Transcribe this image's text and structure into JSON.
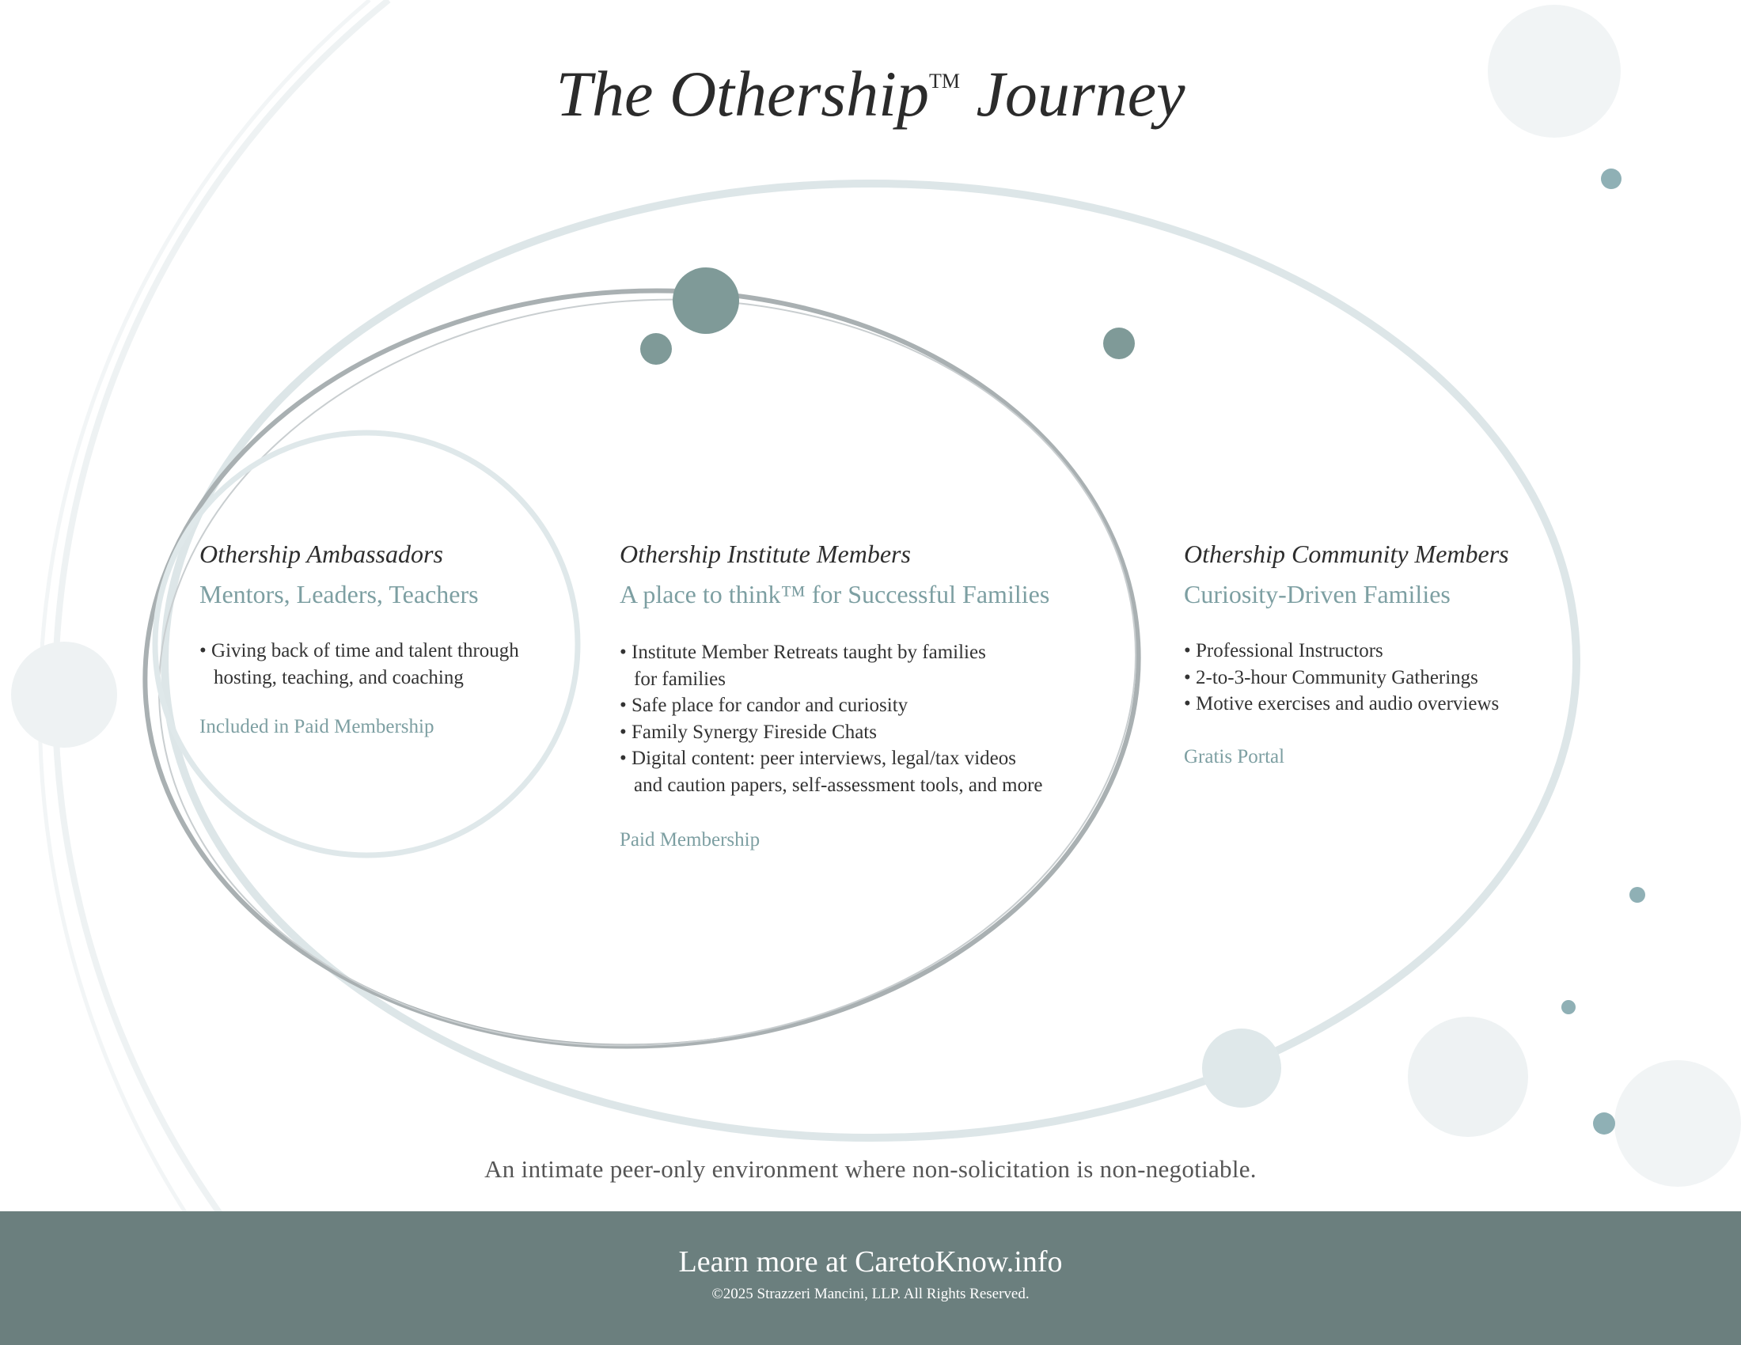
{
  "title": {
    "text": "The Othership",
    "tm": "TM",
    "suffix": " Journey"
  },
  "columns": [
    {
      "heading": "Othership Ambassadors",
      "subheading": "Mentors, Leaders, Teachers",
      "bullets": [
        "Giving back of time and talent through\nhosting, teaching, and coaching"
      ],
      "footer": "Included in Paid Membership"
    },
    {
      "heading": "Othership Institute Members",
      "subheading": "A place to think™ for Successful Families",
      "bullets": [
        "Institute Member Retreats taught by families\nfor families",
        "Safe place for candor and curiosity",
        "Family Synergy Fireside Chats",
        "Digital content: peer interviews, legal/tax videos\nand caution papers, self-assessment tools, and more"
      ],
      "footer": "Paid Membership"
    },
    {
      "heading": "Othership Community Members",
      "subheading": "Curiosity-Driven Families",
      "bullets": [
        "Professional Instructors",
        "2-to-3-hour Community Gatherings",
        "Motive exercises and audio overviews"
      ],
      "footer": "Gratis Portal"
    }
  ],
  "tagline": "An intimate peer-only environment where non-solicitation is non-negotiable.",
  "footer": {
    "learn_more": "Learn more at CaretoKnow.info",
    "copyright": "©2025 Strazzeri Mancini, LLP. All Rights Reserved."
  },
  "colors": {
    "band": "#6b7f7e",
    "accent": "#7d9fa2",
    "ring_light": "#dde6e8",
    "ring_gray": "#a9b0b2",
    "dot": "#7f9a98"
  }
}
